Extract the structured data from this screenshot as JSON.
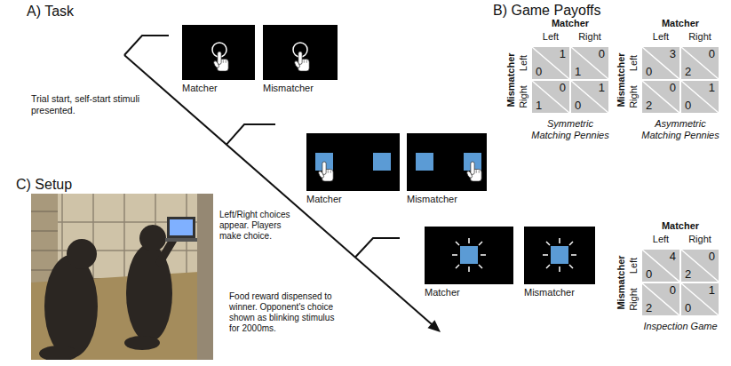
{
  "diagram": {
    "nodes": [
      {
        "text": [
          "Matcher"
        ]
      },
      {
        "text": [
          "Mismatcher"
        ]
      },
      {
        "text": [
          "Matcher"
        ]
      },
      {
        "text": [
          "Mismatcher"
        ]
      },
      {
        "text": [
          "Matcher"
        ]
      },
      {
        "text": [
          "Mismatcher"
        ]
      }
    ],
    "labels": [
      "A) Task",
      "Trial start, self-start stimuli presented.",
      "Left/Right choices appear. Players make choice.",
      "Food reward dispensed to winner. Opponent's choice shown as blinking stimulus for 2000ms.",
      "C) Setup",
      "B) Game Payoffs",
      "Matcher",
      "Left",
      "Right",
      "Mismatcher",
      "Left",
      "Right",
      "1",
      "0",
      "0",
      "1",
      "0",
      "1",
      "1",
      "0",
      "Symmetric Matching Pennies",
      "Matcher",
      "Left",
      "Right",
      "Mismatcher",
      "Left",
      "Right",
      "3",
      "0",
      "0",
      "2",
      "0",
      "2",
      "1",
      "0",
      "Asymmetric Matching Pennies",
      "Matcher",
      "Left",
      "Right",
      "Mismatcher",
      "Left",
      "Right",
      "4",
      "0",
      "0",
      "2",
      "0",
      "2",
      "1",
      "0",
      "Inspection Game"
    ]
  }
}
